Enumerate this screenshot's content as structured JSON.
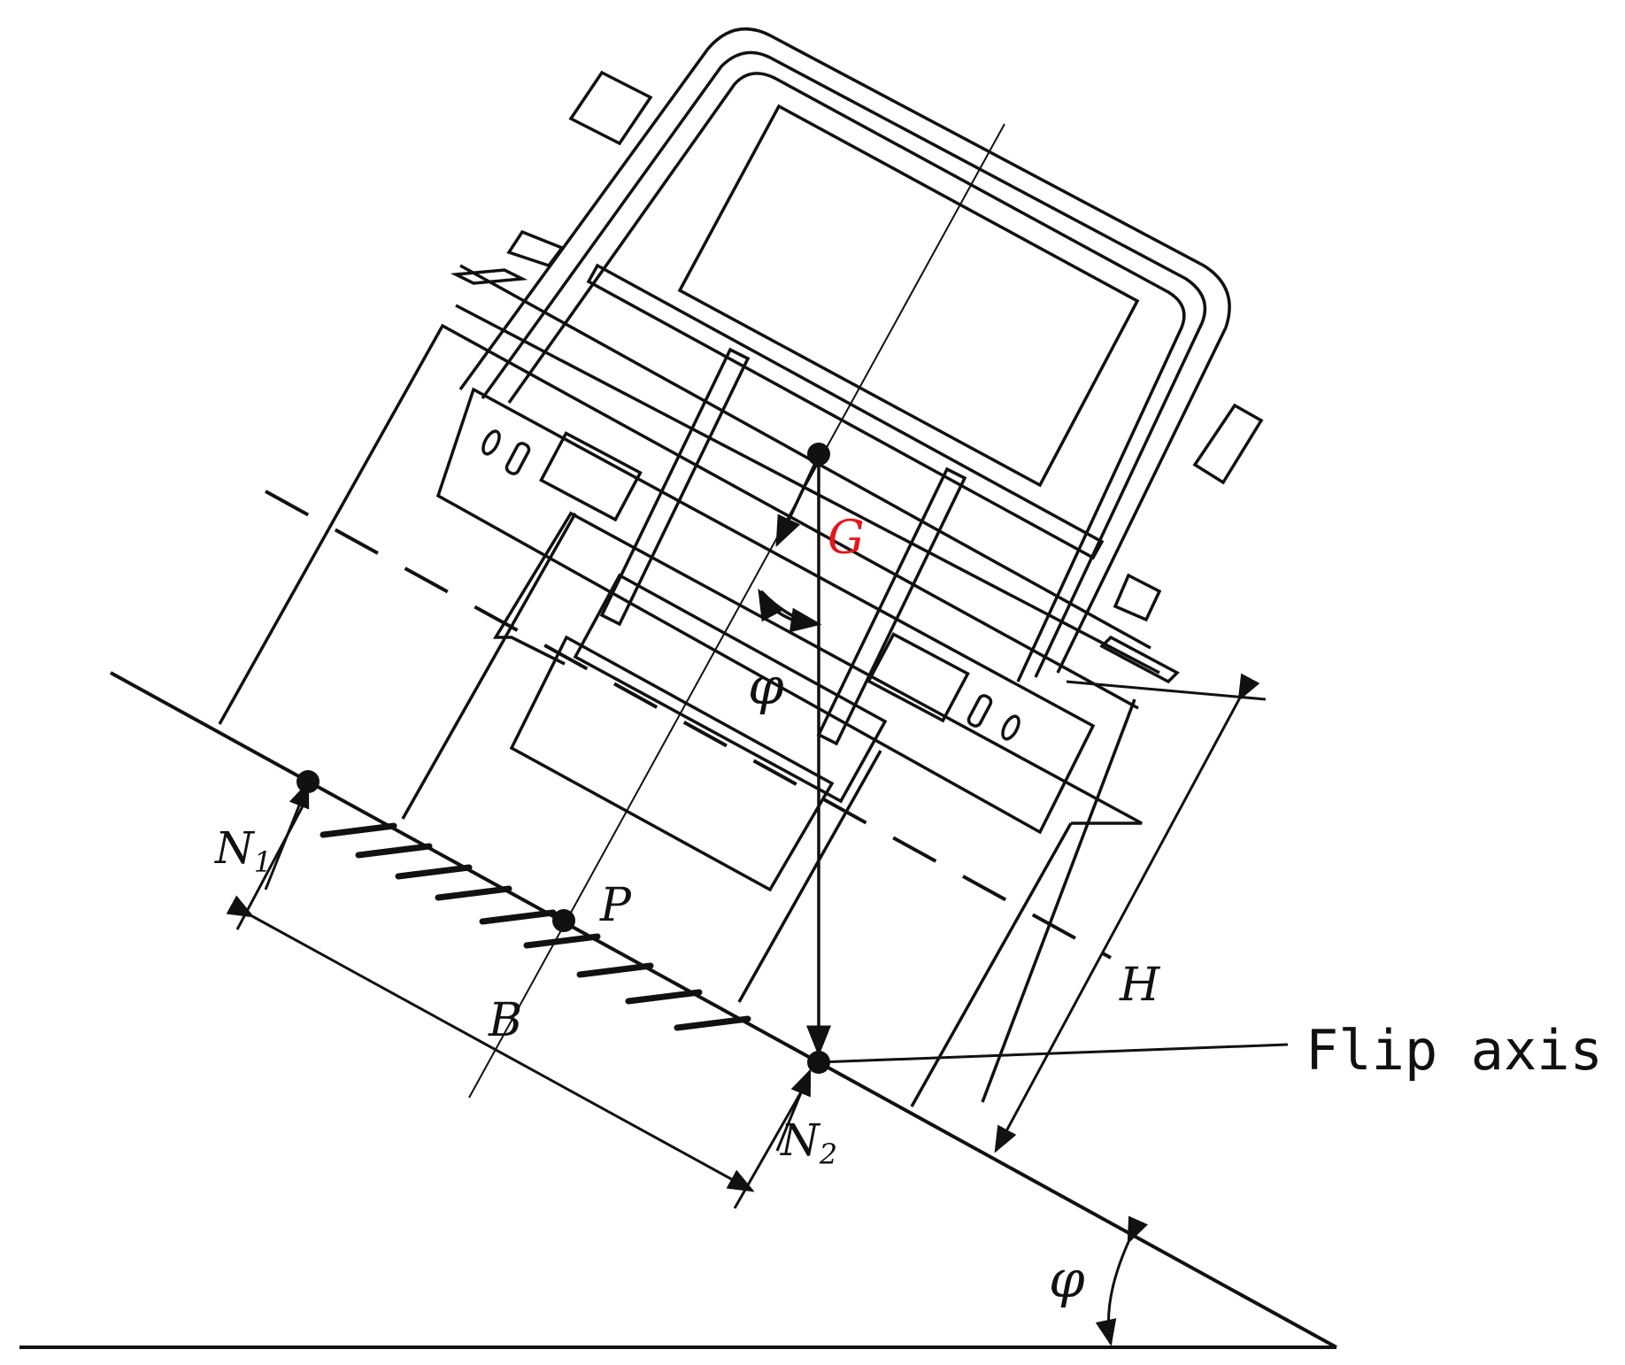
{
  "labels": {
    "G": "G",
    "phi_top": "φ",
    "phi_bottom": "φ",
    "N1": "N",
    "N1_sub": "1",
    "N2": "N",
    "N2_sub": "2",
    "P": "P",
    "B": "B",
    "H": "H",
    "flip_axis": "Flip axis"
  },
  "colors": {
    "line": "#111111",
    "g_label": "#e8141b",
    "background": "#ffffff"
  }
}
